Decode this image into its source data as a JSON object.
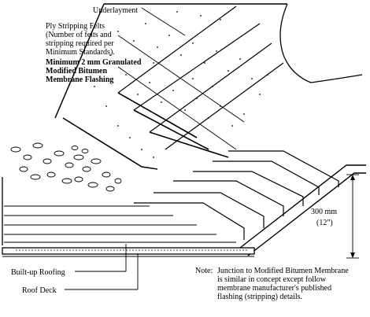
{
  "labels": {
    "underlayment": "Underlayment",
    "ply_felts": [
      "Ply Stripping Felts",
      "(Number of felts and",
      "stripping required per",
      "Minimum Standards)."
    ],
    "membrane": [
      "Minimum 2 mm Granulated",
      "Modified Bitumen",
      "Membrane Flashing"
    ],
    "height_value": "300 mm",
    "height_imperial": "(12\")",
    "built_up_roofing": "Built-up Roofing",
    "roof_deck": "Roof Deck",
    "note_prefix": "Note:",
    "note_lines": [
      "Junction to Modified Bitumen Membrane",
      "is similar in concept except follow",
      "membrane manufacturer's published",
      "flashing (stripping) details."
    ]
  }
}
